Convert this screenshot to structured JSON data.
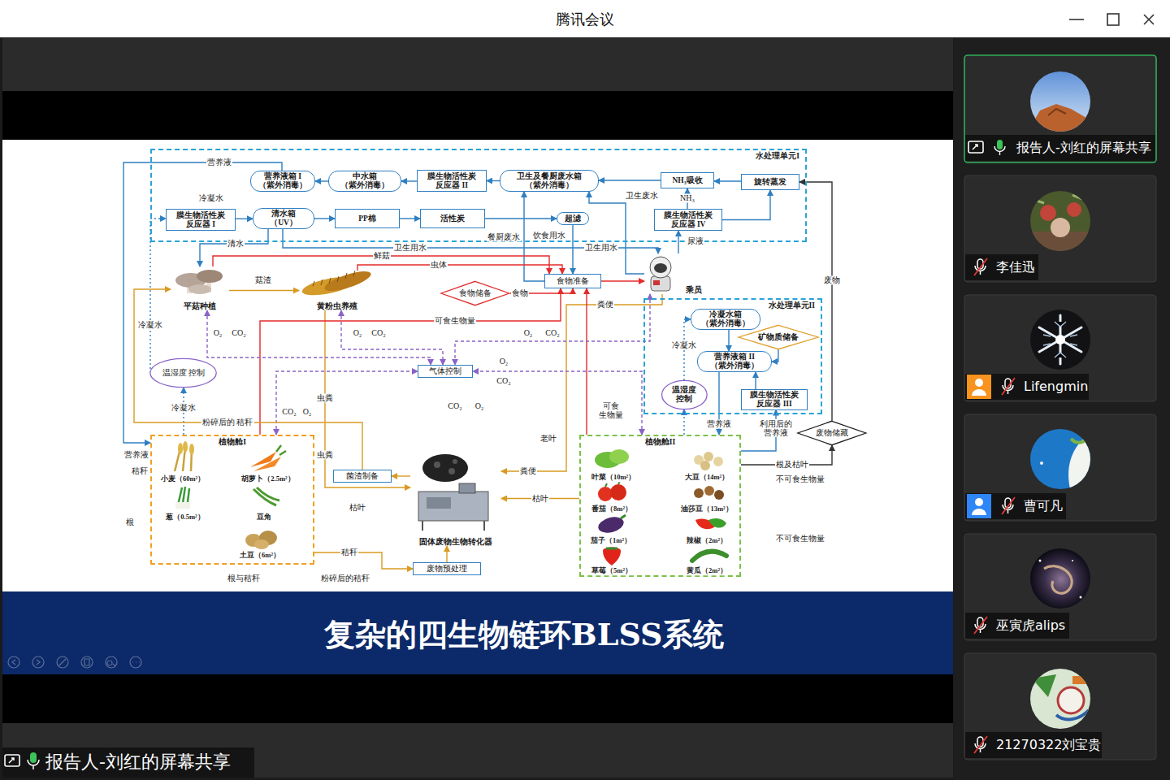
{
  "diagram": {
    "title": "复杂的四生物链环BLSS系统",
    "nodes": [
      {
        "text": [
          "水处理单元I"
        ]
      },
      {
        "text": [
          "营养液箱 I （紫外消毒）"
        ],
        "in": 0
      },
      {
        "text": [
          "中水箱 （紫外消毒）"
        ],
        "in": 0
      },
      {
        "text": [
          "膜生物活性炭 反应器 II"
        ],
        "in": 0
      },
      {
        "text": [
          "卫生及餐厨废水箱 （紫外消毒）"
        ],
        "in": 0
      },
      {
        "text": [
          "NH₃吸收"
        ],
        "in": 0
      },
      {
        "text": [
          "旋转蒸发"
        ],
        "in": 0
      },
      {
        "text": [
          "膜生物活性炭 反应器 I"
        ],
        "in": 0
      },
      {
        "text": [
          "清水箱（UV）"
        ],
        "in": 0
      },
      {
        "text": [
          "PP棉"
        ],
        "in": 0
      },
      {
        "text": [
          "活性炭"
        ],
        "in": 0
      },
      {
        "text": [
          "超滤"
        ],
        "in": 0
      },
      {
        "text": [
          "膜生物活性炭 反应器 IV"
        ],
        "in": 0
      },
      {
        "text": [
          "平菇种植"
        ]
      },
      {
        "text": [
          "黄粉虫养殖"
        ]
      },
      {
        "text": [
          "食物储备"
        ]
      },
      {
        "text": [
          "食物准备"
        ]
      },
      {
        "text": [
          "乘员"
        ]
      },
      {
        "text": [
          "气体控制"
        ]
      },
      {
        "text": [
          "温湿度 控制"
        ]
      },
      {
        "text": [
          "水处理单元II"
        ]
      },
      {
        "text": [
          "冷凝水箱 （紫外消毒）"
        ],
        "in": 20
      },
      {
        "text": [
          "矿物质储备"
        ],
        "in": 20
      },
      {
        "text": [
          "营养液箱 II （紫外消毒）"
        ],
        "in": 20
      },
      {
        "text": [
          "温湿度 控制"
        ],
        "in": 20
      },
      {
        "text": [
          "膜生物活性炭 反应器 III"
        ],
        "in": 20
      },
      {
        "text": [
          "废物储藏"
        ]
      },
      {
        "text": [
          "植物舱I"
        ]
      },
      {
        "text": [
          "植物舱II"
        ]
      },
      {
        "text": [
          "菌渣制备"
        ]
      },
      {
        "text": [
          "固体废物生物转化器"
        ]
      },
      {
        "text": [
          "废物预处理"
        ]
      }
    ],
    "edges": [
      {
        "from": 2,
        "to": 1,
        "arrow": "to"
      },
      {
        "from": 3,
        "to": 2,
        "arrow": "to"
      },
      {
        "from": 4,
        "to": 3,
        "arrow": "to"
      },
      {
        "from": 5,
        "to": 4,
        "arrow": "to"
      },
      {
        "from": 6,
        "to": 5,
        "arrow": "to"
      },
      {
        "from": 12,
        "to": 5,
        "label": "NH₃",
        "arrow": "to"
      },
      {
        "from": 12,
        "to": 6,
        "arrow": "to"
      },
      {
        "from": 7,
        "to": 8,
        "arrow": "to"
      },
      {
        "from": 8,
        "to": 9,
        "arrow": "to"
      },
      {
        "from": 9,
        "to": 10,
        "arrow": "to"
      },
      {
        "from": 10,
        "to": 11,
        "arrow": "to"
      },
      {
        "from": 16,
        "to": 4,
        "label": "餐厨废水",
        "arrow": "to"
      },
      {
        "from": 11,
        "to": 16,
        "label": "饮食用水",
        "arrow": "to"
      },
      {
        "from": 17,
        "to": 4,
        "label": "卫生废水",
        "arrow": "to"
      },
      {
        "from": 17,
        "to": 12,
        "label": "尿液",
        "arrow": "to"
      },
      {
        "from": 1,
        "to": 27,
        "label": "营养液",
        "arrow": "to"
      },
      {
        "from": 8,
        "to": 13,
        "label": "清水",
        "arrow": "to"
      },
      {
        "from": 13,
        "to": 14,
        "label": "菇渣",
        "arrow": "to"
      },
      {
        "from": 14,
        "to": 16,
        "label": "虫体",
        "arrow": "to"
      },
      {
        "from": 13,
        "to": 16,
        "label": "鲜菇",
        "arrow": "to"
      },
      {
        "from": 15,
        "to": 16,
        "label": "食物",
        "arrow": "to"
      },
      {
        "from": 16,
        "to": 17,
        "arrow": "to"
      },
      {
        "from": 17,
        "to": 30,
        "label": "粪便",
        "arrow": "to"
      },
      {
        "from": 14,
        "to": 30,
        "label": "虫粪",
        "arrow": "to"
      },
      {
        "from": 27,
        "to": 19,
        "label": "冷凝水",
        "arrow": "to"
      },
      {
        "from": 19,
        "to": 7,
        "label": "冷凝水",
        "arrow": "to"
      },
      {
        "from": 27,
        "to": 16,
        "label": "可食生物量",
        "arrow": "to"
      },
      {
        "from": 28,
        "to": 16,
        "label": "可食 生物量",
        "arrow": "to"
      },
      {
        "from": 27,
        "to": 18,
        "arrow": "both"
      },
      {
        "from": 28,
        "to": 18,
        "arrow": "both"
      },
      {
        "from": 13,
        "to": 18,
        "arrow": "both"
      },
      {
        "from": 14,
        "to": 18,
        "arrow": "both"
      },
      {
        "from": 17,
        "to": 18,
        "arrow": "both"
      },
      {
        "from": 29,
        "to": 13,
        "label": "粉碎后的 秸秆",
        "arrow": "to"
      },
      {
        "from": 31,
        "to": 30,
        "arrow": "to"
      },
      {
        "from": 27,
        "to": 31,
        "label": "秸秆",
        "arrow": "to"
      },
      {
        "from": 28,
        "to": 30,
        "label": "枯叶",
        "arrow": "to"
      },
      {
        "from": 23,
        "to": 28,
        "label": "营养液",
        "arrow": "to"
      },
      {
        "from": 24,
        "to": 21,
        "label": "冷凝水",
        "arrow": "to"
      },
      {
        "from": 21,
        "to": 23,
        "arrow": "to"
      },
      {
        "from": 22,
        "to": 23,
        "arrow": "to"
      },
      {
        "from": 25,
        "to": 23,
        "arrow": "to"
      },
      {
        "from": 28,
        "to": 25,
        "label": "利用后的 营养液",
        "arrow": "to"
      },
      {
        "from": 28,
        "to": 26,
        "label": "根及枯叶",
        "arrow": "to"
      },
      {
        "from": 26,
        "to": 6,
        "label": "废物",
        "arrow": "to"
      },
      {
        "from": 30,
        "to": 29,
        "arrow": "to"
      },
      {
        "from": 28,
        "to": 24,
        "arrow": "to"
      },
      {
        "from": 8,
        "to": 17,
        "label": "卫生用水",
        "arrow": "to"
      }
    ],
    "labels": [
      "腾讯会议",
      "报告人-刘红的屏幕共享",
      "李佳迅",
      "Lifengmin",
      "曹可凡",
      "巫寅虎alips",
      "21270322刘宝贵",
      "报告人-刘红的屏幕共享",
      "营养液",
      "冷凝水",
      "卫生用水",
      "粉碎后的秸秆",
      "虫粪",
      "O₂",
      "CO₂",
      "O₂",
      "CO₂",
      "O₂",
      "CO₂",
      "CO₂",
      "O₂",
      "O₂",
      "CO₂",
      "CO₂",
      "O₂",
      "秸秆",
      "根",
      "根与秸秆",
      "枯叶",
      "老叶",
      "粪便",
      "不可食生物量",
      "不可食生物量",
      "小麦（60m²）",
      "胡萝卜（2.5m²）",
      "葱（0.5m²）",
      "豆角",
      "土豆（6m²）",
      "叶菜（10m²）",
      "番茄（8m²）",
      "茄子（1m²）",
      "草莓（5m²）",
      "大豆（14m²）",
      "油莎豆（13m²）",
      "辣椒（2m²）",
      "黄瓜（2m²）"
    ]
  }
}
